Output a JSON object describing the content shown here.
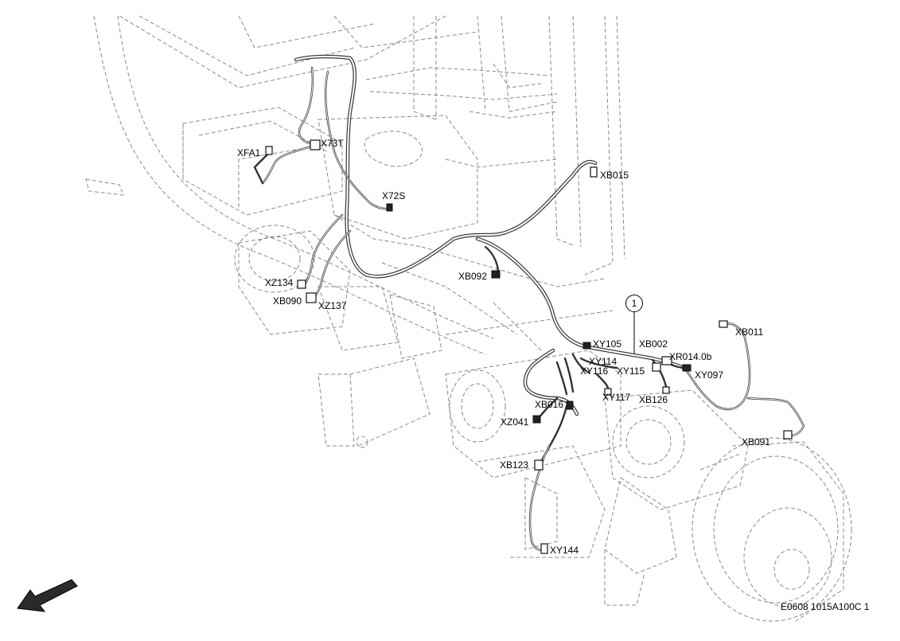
{
  "callouts": {
    "XFA1": "XFA1",
    "X73T": "X73T",
    "X72S": "X72S",
    "XB015": "XB015",
    "XB092": "XB092",
    "XZ134": "XZ134",
    "XB090": "XB090",
    "XZ137": "XZ137",
    "XB011": "XB011",
    "XY105": "XY105",
    "XB002": "XB002",
    "XR014_0b": "XR014.0b",
    "XY114": "XY114",
    "XY116": "XY116",
    "XY115": "XY115",
    "XY097": "XY097",
    "XY117": "XY117",
    "XB126": "XB126",
    "XB016": "XB016",
    "XZ041": "XZ041",
    "XB091": "XB091",
    "XB123": "XB123",
    "XY144": "XY144"
  },
  "item_number": "1",
  "figure_id": "E0608 1015A100C 1",
  "icons": {
    "direction_arrow": "direction-arrow-icon"
  }
}
